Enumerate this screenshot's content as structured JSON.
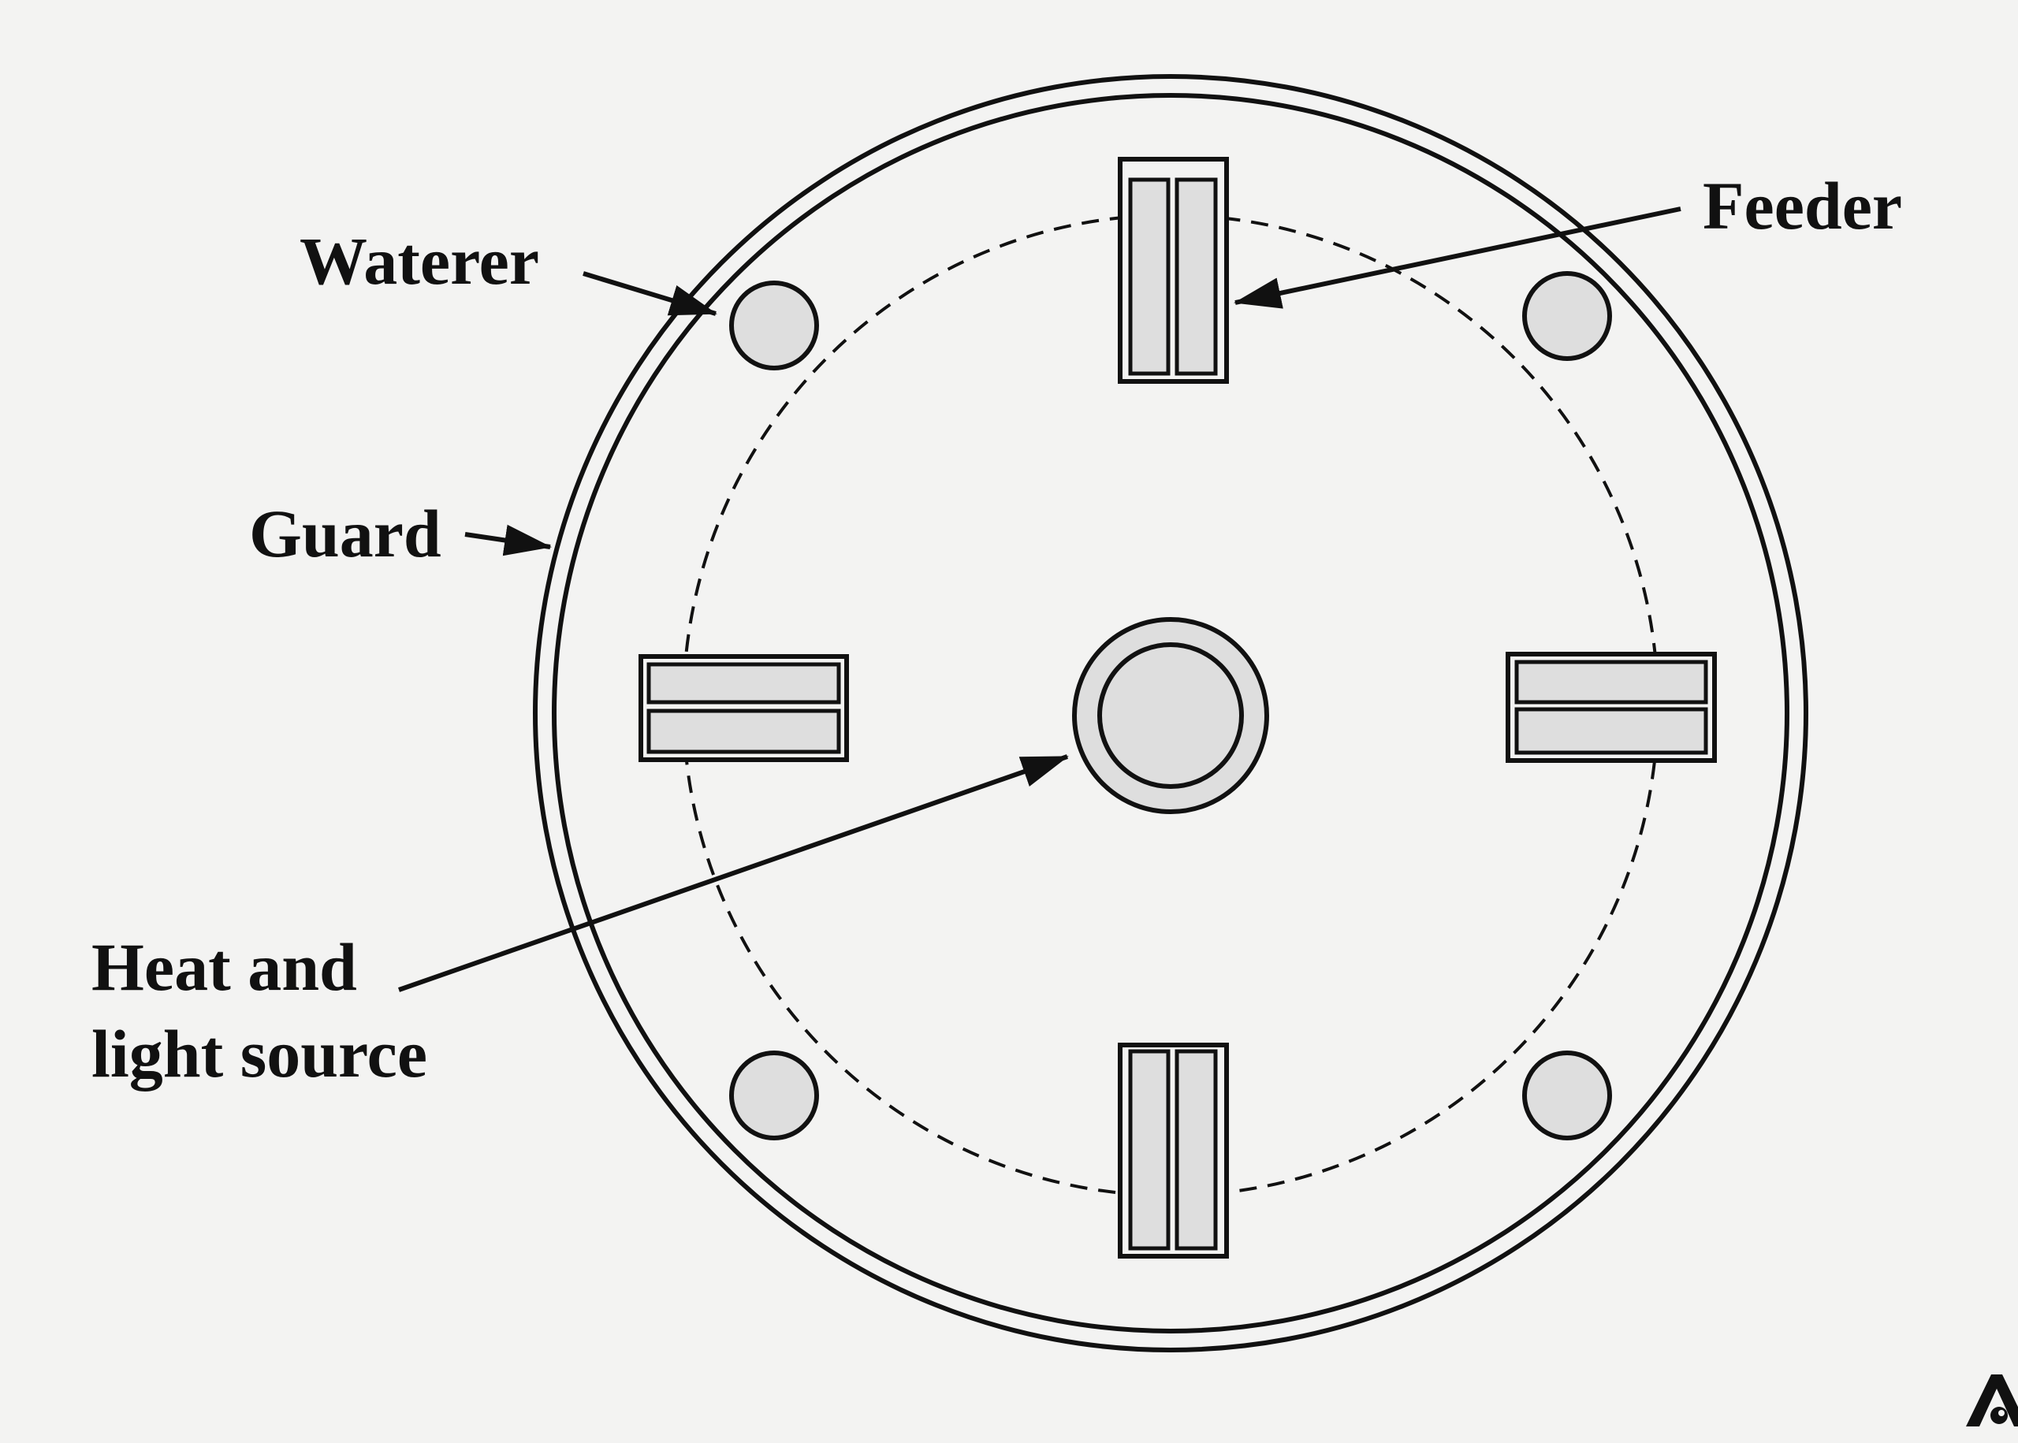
{
  "diagram": {
    "labels": {
      "waterer": "Waterer",
      "feeder": "Feeder",
      "guard": "Guard",
      "heat_line1": "Heat and",
      "heat_line2": "light source"
    },
    "colors": {
      "background": "#f3f3f2",
      "line": "#111111",
      "fill": "#dedede"
    }
  }
}
